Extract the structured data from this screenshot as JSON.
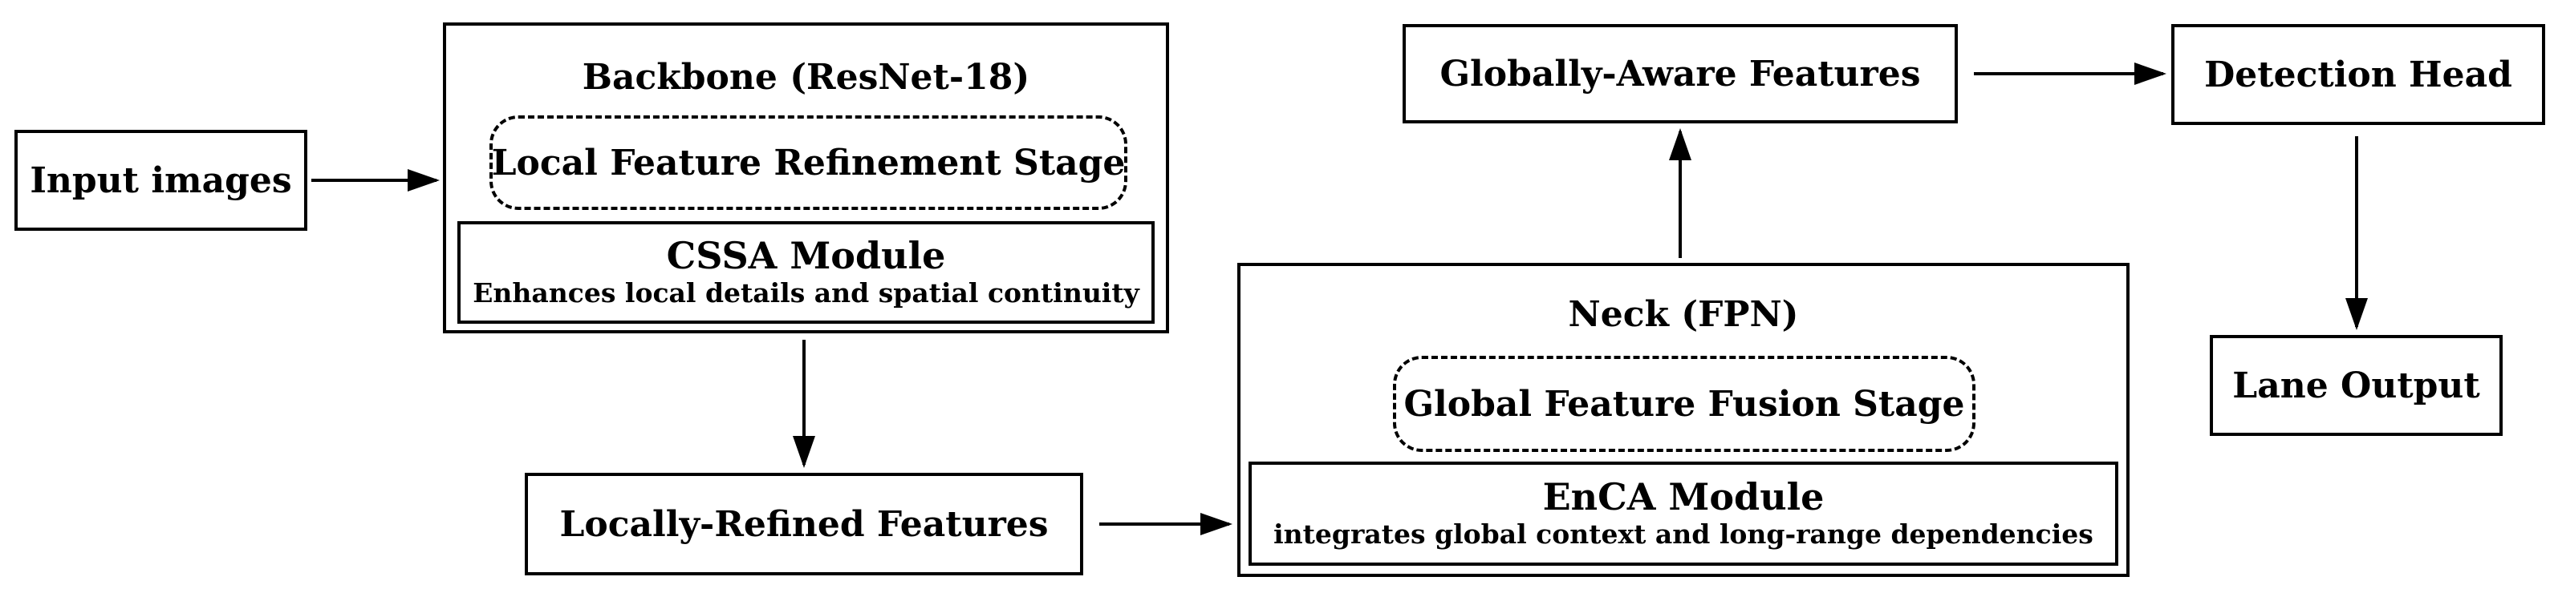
{
  "input": "Input images",
  "backbone": {
    "title": "Backbone (ResNet-18)",
    "stage": "Local Feature Refinement Stage",
    "module_name": "CSSA Module",
    "module_desc": "Enhances local details and spatial continuity"
  },
  "locally_refined": "Locally-Refined Features",
  "neck": {
    "title": "Neck (FPN)",
    "stage": "Global Feature Fusion Stage",
    "module_name": "EnCA Module",
    "module_desc": "integrates global context and long-range dependencies"
  },
  "globally_aware": "Globally-Aware Features",
  "detection_head": "Detection Head",
  "lane_output": "Lane Output"
}
